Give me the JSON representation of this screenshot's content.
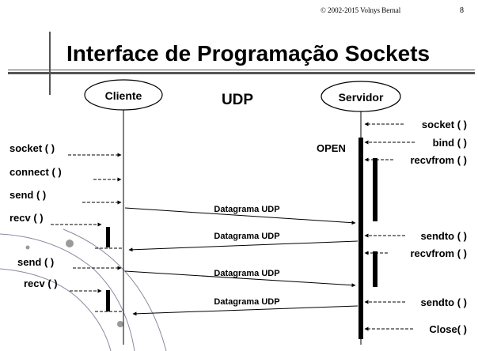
{
  "header": {
    "copyright": "© 2002-2015  Volnys Bernal",
    "page_number": "8"
  },
  "title": "Interface de Programação Sockets",
  "protocol_label": "UDP",
  "actors": {
    "client": "Cliente",
    "server": "Servidor"
  },
  "server_state": "OPEN",
  "client_calls": [
    "socket ( )",
    "connect ( )",
    "send ( )",
    "recv ( )",
    "send ( )",
    "recv ( )"
  ],
  "server_calls": [
    "socket ( )",
    "bind ( )",
    "recvfrom ( )",
    "sendto ( )",
    "recvfrom ( )",
    "sendto ( )",
    "Close( )"
  ],
  "messages": [
    "Datagrama UDP",
    "Datagrama UDP",
    "Datagrama UDP",
    "Datagrama UDP"
  ],
  "colors": {
    "decor_line": "#8a8aa0",
    "decor_dot": "#9a9a9a",
    "rule": "#555555"
  }
}
